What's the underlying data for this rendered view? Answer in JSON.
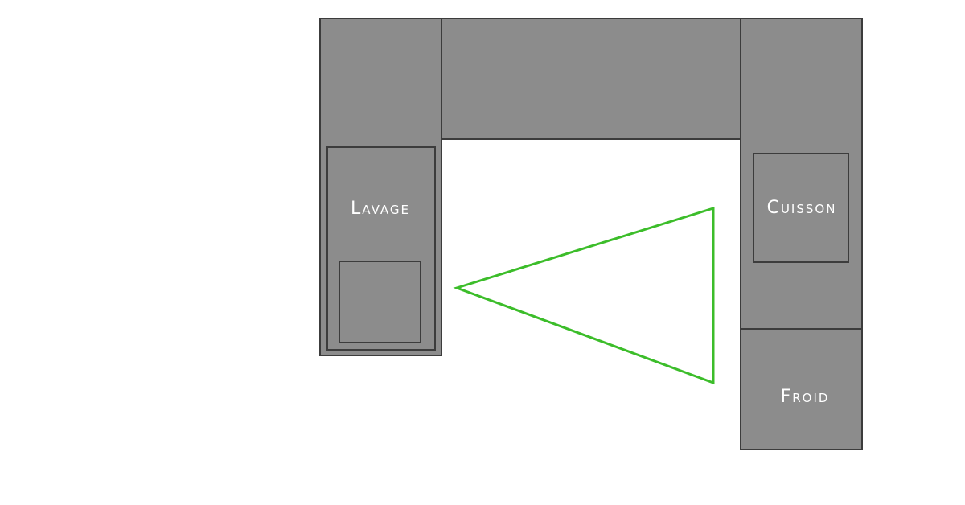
{
  "zones": {
    "wash": {
      "label": "Lavage"
    },
    "cook": {
      "label": "Cuisson"
    },
    "cold": {
      "label": "Froid"
    }
  },
  "work_triangle": {
    "color": "#3cbd2a"
  },
  "colors": {
    "counter_fill": "#8c8c8c",
    "counter_stroke": "#3c3c3c",
    "label": "#ffffff"
  }
}
